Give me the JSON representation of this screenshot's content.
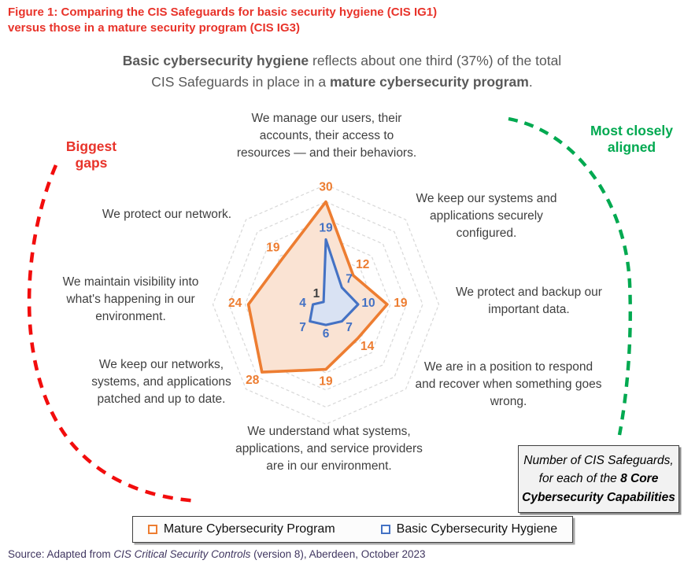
{
  "figure_title": {
    "line1": "Figure 1: Comparing the CIS Safeguards for basic security hygiene (CIS IG1)",
    "line2": "versus those in a mature security program (CIS IG3)"
  },
  "subtitle": {
    "bold1": "Basic cybersecurity hygiene",
    "rest1": " reflects about one third (37%) of the total",
    "pre2": "CIS Safeguards in place in a ",
    "bold2": "mature cybersecurity program",
    "end2": "."
  },
  "chart_data": {
    "type": "radar",
    "categories": [
      "We manage our users, their accounts, their access to resources — and their behaviors.",
      "We keep our systems and applications securely configured.",
      "We protect and backup our important data.",
      "We are in a position to respond and recover when something goes wrong.",
      "We understand what systems, applications, and service providers are in our environment.",
      "We keep our networks, systems, and applications patched and up to date.",
      "We maintain visibility into what's happening in our environment.",
      "We protect our network."
    ],
    "series": [
      {
        "name": "Mature Cybersecurity Program",
        "color": "#ED7D31",
        "fill": "#FAE3D3",
        "values": [
          30,
          12,
          19,
          14,
          19,
          28,
          24,
          19
        ]
      },
      {
        "name": "Basic Cybersecurity Hygiene",
        "color": "#4472C4",
        "fill": "#D9E2F3",
        "values": [
          19,
          7,
          10,
          7,
          6,
          7,
          4,
          1
        ],
        "label_color_overrides": {
          "7": "#404040"
        }
      }
    ],
    "axis": {
      "min": 0,
      "max": 35,
      "step": 5,
      "gridlines": "dashed",
      "grid_color": "#D9D9D9",
      "spokes": 8
    },
    "value_labels": true,
    "legend_position": "bottom"
  },
  "annotations": {
    "biggest_gaps": "Biggest gaps",
    "most_closely_aligned": "Most closely aligned",
    "info_box": {
      "line1": "Number of CIS Safeguards,",
      "line2_pre": "for each of the ",
      "line2_bold": "8 Core",
      "line3_bold": "Cybersecurity Capabilities"
    }
  },
  "legend": {
    "items": [
      {
        "label": "Mature Cybersecurity Program",
        "color": "#ED7D31"
      },
      {
        "label": "Basic Cybersecurity Hygiene",
        "color": "#4472C4"
      }
    ]
  },
  "source": {
    "pre": "Source: Adapted from ",
    "italic": "CIS Critical Security Controls",
    "post": " (version 8), Aberdeen, October 2023"
  },
  "colors": {
    "title_red": "#E8332A",
    "arc_red": "#F20D0D",
    "aligned_green": "#00A950",
    "label_gray": "#404040",
    "subtitle_gray": "#595959",
    "source_purple": "#403660",
    "grid_gray": "#D9D9D9"
  }
}
